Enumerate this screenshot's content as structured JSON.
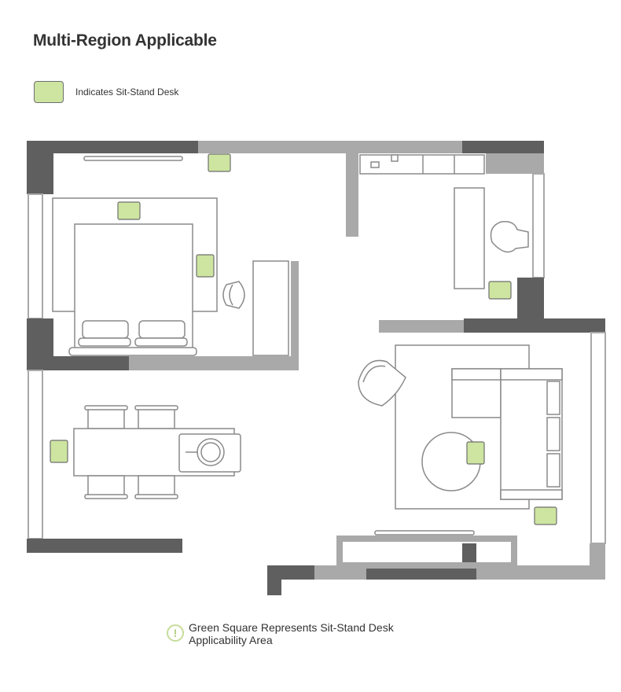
{
  "title": "Multi-Region Applicable",
  "legend": {
    "label": "Indicates Sit-Stand Desk",
    "swatch_color": "#cde5a0"
  },
  "footer_note": {
    "icon": "exclamation-circle-icon",
    "line1": "Green Square Represents Sit-Stand Desk",
    "line2": "Applicability Area"
  },
  "colors": {
    "wall_dark": "#5f5f5f",
    "wall_light": "#a9a9a9",
    "furniture_stroke": "#8a8a8a",
    "marker_fill": "#cde5a0",
    "marker_stroke": "#6f6f6f"
  }
}
